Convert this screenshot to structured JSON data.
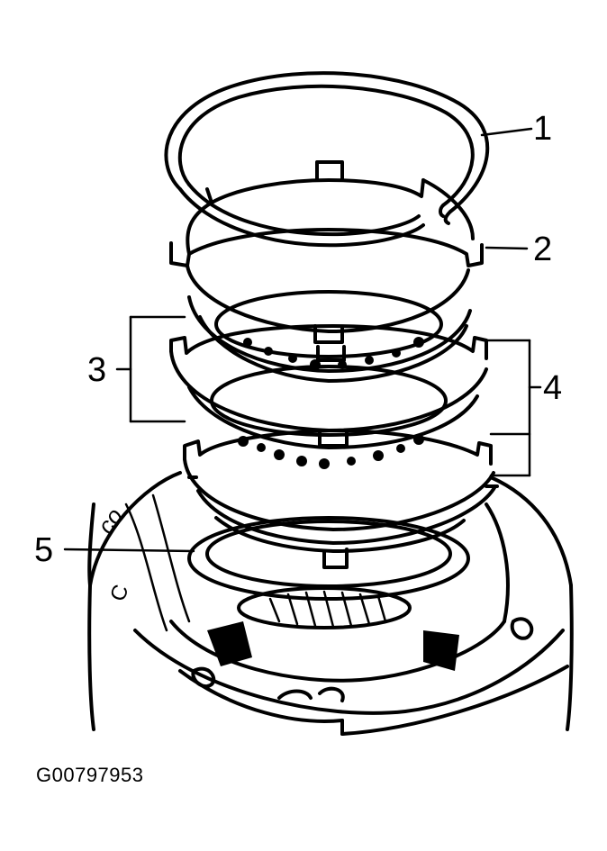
{
  "figure_id": "G00797953",
  "callouts": [
    {
      "id": "1",
      "label": "1"
    },
    {
      "id": "2",
      "label": "2"
    },
    {
      "id": "3",
      "label": "3"
    },
    {
      "id": "4",
      "label": "4"
    },
    {
      "id": "5",
      "label": "5"
    }
  ],
  "housing_marks": {
    "mark_a": "co",
    "mark_b": "C"
  }
}
